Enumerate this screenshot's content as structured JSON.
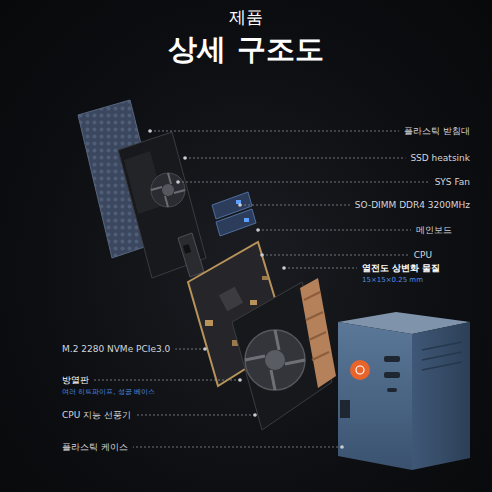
{
  "diagram": {
    "title": "제품",
    "labels": [
      "상세 구조도",
      "플라스틱 받침대",
      "SSD heatsink",
      "SYS Fan",
      "SO-DIMM DDR4 3200MHz",
      "메인보드",
      "CPU",
      "열전도 상변화 물질",
      "15×15×0.25 mm",
      "M.2 2280 NVMe PCIe3.0",
      "방열판",
      "여러 히트파이프, 성공 베이스",
      "CPU 지능 선풍기",
      "플라스틱 케이스"
    ]
  }
}
